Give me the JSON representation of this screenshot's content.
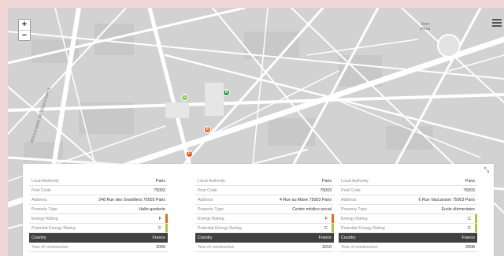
{
  "map": {
    "zoom_in": "+",
    "zoom_out": "−",
    "place_label": "Mont\nd'Eau",
    "street_label_left": "BOULEVARD DE SÉBASTOPOL",
    "markers": [
      {
        "letter": "C",
        "color": "#8bc34a"
      },
      {
        "letter": "B",
        "color": "#2e9b3c"
      },
      {
        "letter": "E",
        "color": "#e8631c"
      },
      {
        "letter": "F",
        "color": "#e25b1a"
      }
    ]
  },
  "cards": [
    {
      "rows": [
        {
          "key": "Local Authority",
          "value": "Paris"
        },
        {
          "key": "Post Code",
          "value": "75003"
        },
        {
          "key": "Address",
          "value": "248 Rue des Gravilliers 75003 Paris"
        },
        {
          "key": "Property Type",
          "value": "Halte-garderie"
        },
        {
          "key": "Energy Rating",
          "value": "F",
          "bar": "#e26a1c"
        },
        {
          "key": "Potential Energy Rating",
          "value": "C",
          "bar": "#a7c93a"
        },
        {
          "key": "Country",
          "value": "France",
          "dark": true
        },
        {
          "key": "Year of construction",
          "value": "2009"
        }
      ]
    },
    {
      "rows": [
        {
          "key": "Local Authority",
          "value": "Paris"
        },
        {
          "key": "Post Code",
          "value": "75003"
        },
        {
          "key": "Address",
          "value": "4 Rue au Maire 75003 Paris"
        },
        {
          "key": "Property Type",
          "value": "Centre médico-social"
        },
        {
          "key": "Energy Rating",
          "value": "F",
          "bar": "#e26a1c"
        },
        {
          "key": "Potential Energy Rating",
          "value": "C",
          "bar": "#a7c93a"
        },
        {
          "key": "Country",
          "value": "France",
          "dark": true
        },
        {
          "key": "Year of construction",
          "value": "2010"
        }
      ]
    },
    {
      "rows": [
        {
          "key": "Local Authority",
          "value": "Paris"
        },
        {
          "key": "Post Code",
          "value": "75003"
        },
        {
          "key": "Address",
          "value": "6 Rue Vaucanson 75003 Paris"
        },
        {
          "key": "Property Type",
          "value": "Ecole élémentaire"
        },
        {
          "key": "Energy Rating",
          "value": "C",
          "bar": "#a7c93a"
        },
        {
          "key": "Potential Energy Rating",
          "value": "C",
          "bar": "#a7c93a"
        },
        {
          "key": "Country",
          "value": "France",
          "dark": true
        },
        {
          "key": "Year of construction",
          "value": "2008"
        }
      ]
    }
  ],
  "panel": {
    "close": "⤡"
  }
}
